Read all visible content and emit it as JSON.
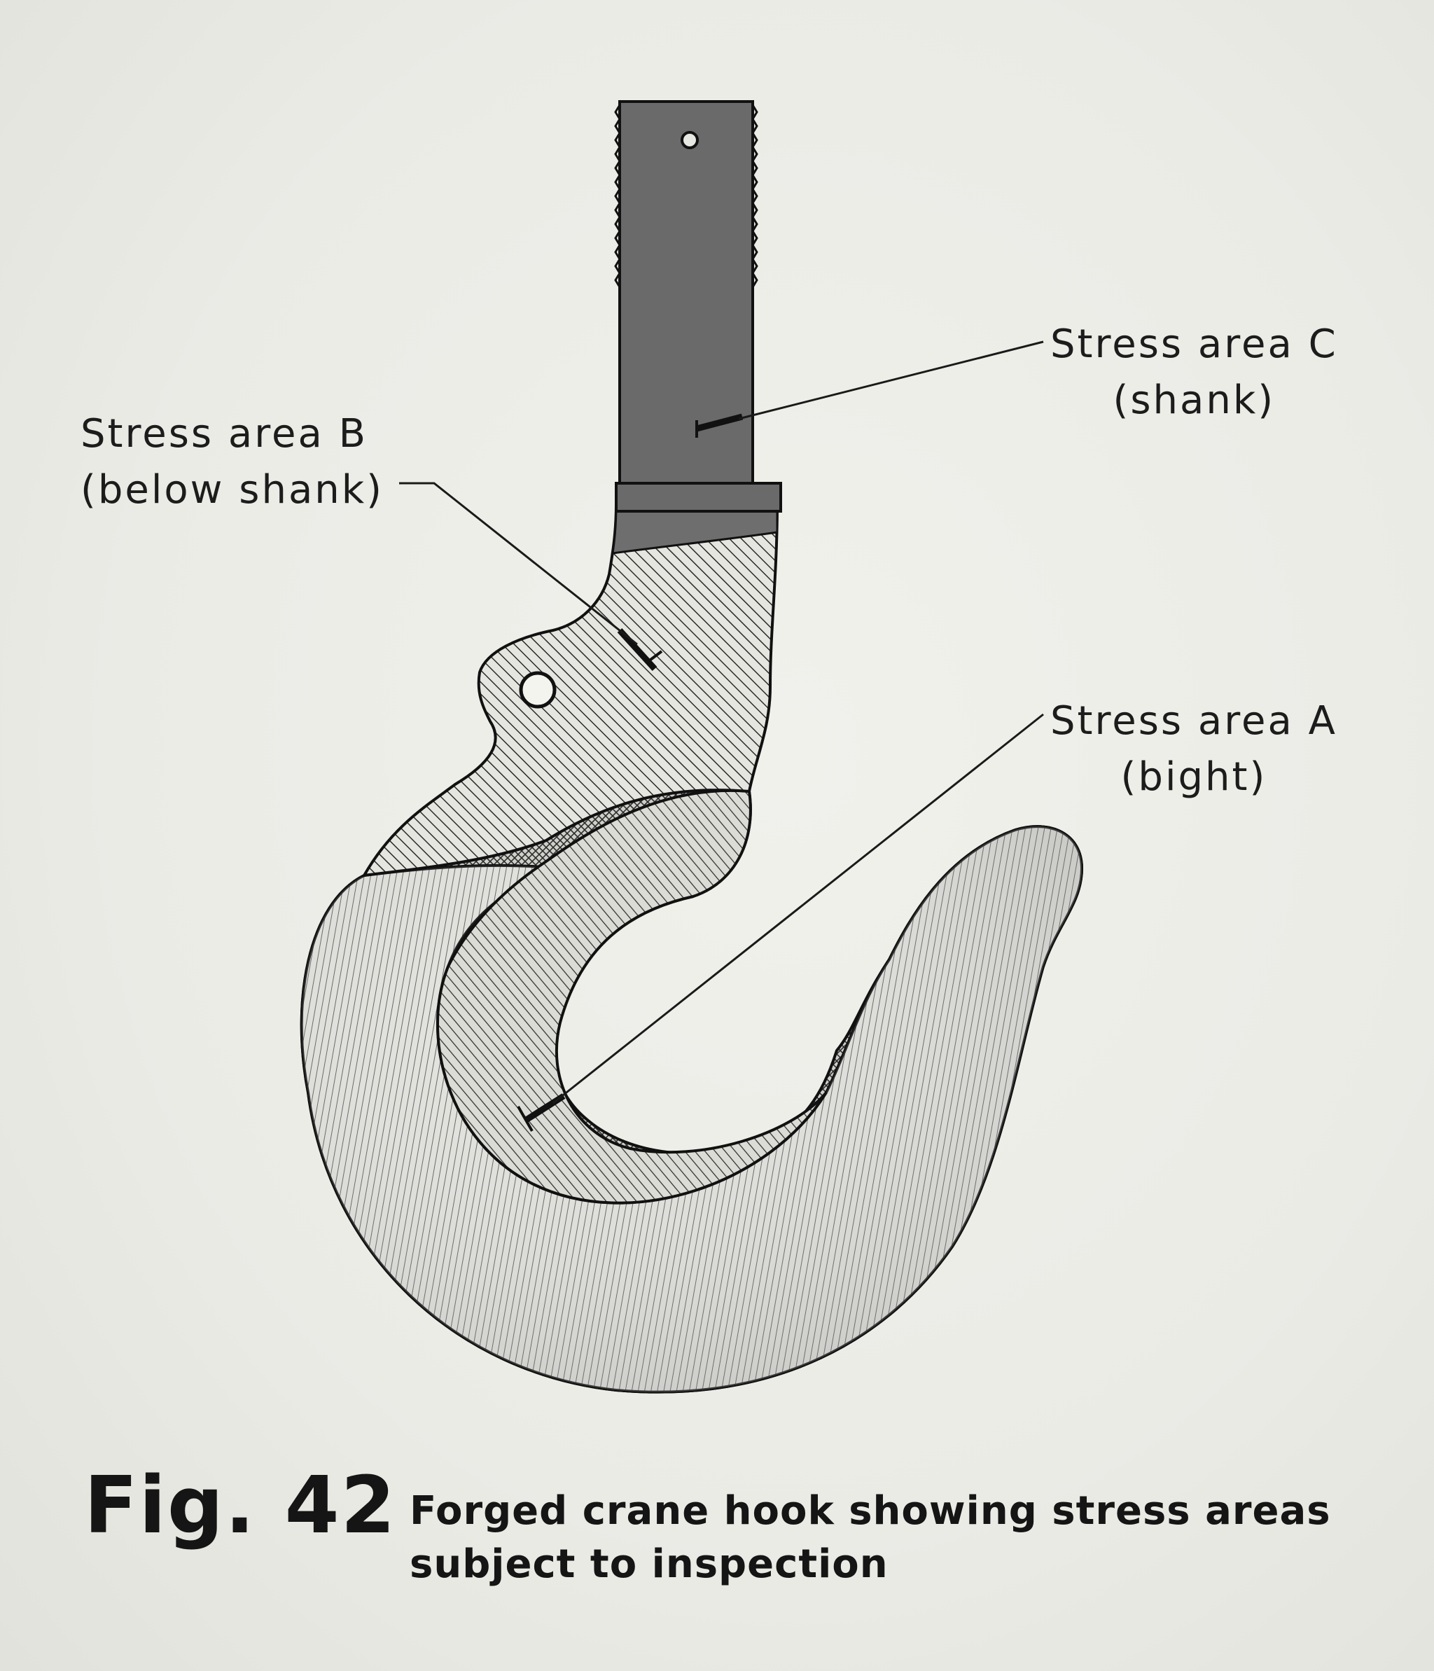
{
  "labels": {
    "stress_area_c": {
      "title": "Stress area C",
      "subtitle": "(shank)"
    },
    "stress_area_b": {
      "title": "Stress area B",
      "subtitle": "(below shank)"
    },
    "stress_area_a": {
      "title": "Stress area A",
      "subtitle": "(bight)"
    }
  },
  "figure": {
    "number": "Fig. 42",
    "caption_line1": "Forged crane hook showing stress areas",
    "caption_line2": "subject to inspection"
  }
}
